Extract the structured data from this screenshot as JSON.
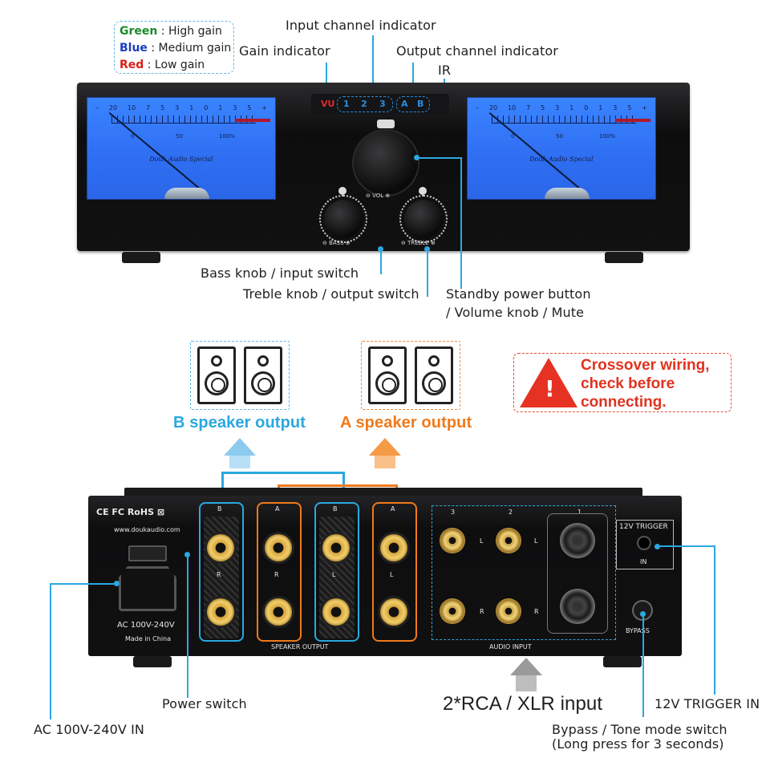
{
  "legend": {
    "green_word": "Green",
    "green_rest": " : High gain",
    "blue_word": "Blue",
    "blue_rest": " : Medium gain",
    "red_word": "Red",
    "red_rest": " : Low gain",
    "colors": {
      "green": "#1a8a2a",
      "blue": "#1a3fbf",
      "red": "#d8201a"
    }
  },
  "front_labels": {
    "input_channel": "Input channel indicator",
    "gain": "Gain indicator",
    "output_channel": "Output channel indicator",
    "ir": "IR",
    "bass": "Bass knob / input switch",
    "treble": "Treble knob / output switch",
    "standby_line1": "Standby power button",
    "standby_line2": "/ Volume knob / Mute"
  },
  "front_panel": {
    "vu": "VU",
    "inputs": [
      "1",
      "2",
      "3"
    ],
    "outputs": [
      "A",
      "B"
    ],
    "meter_scale": [
      "–",
      "20",
      "10",
      "7",
      "5",
      "3",
      "1",
      "0",
      "1",
      "3",
      "5",
      "+"
    ],
    "meter_sub": [
      "0",
      "50",
      "100%"
    ],
    "meter_brand": "Douk Audio Special",
    "vol_label": "⊖  VOL  ⊕",
    "bass_label": "⊖  BASS  ⊕",
    "treble_label": "⊖  TREBLE  ⊕"
  },
  "speakers": {
    "b_label": "B speaker output",
    "a_label": "A speaker output",
    "b_color": "#2aa8e0",
    "a_color": "#f07a1a"
  },
  "warning": {
    "line1": "Crossover wiring,",
    "line2": "check before",
    "line3": "connecting.",
    "color": "#e0331f"
  },
  "rear_panel": {
    "certs": "CE FC RoHS ⊠",
    "website": "www.doukaudio.com",
    "ac": "AC 100V-240V",
    "made": "Made in China",
    "posts": [
      {
        "letter": "B",
        "channel": "R"
      },
      {
        "letter": "A",
        "channel": "R"
      },
      {
        "letter": "B",
        "channel": "L"
      },
      {
        "letter": "A",
        "channel": "L"
      }
    ],
    "speaker_output": "SPEAKER OUTPUT",
    "audio_input": "AUDIO INPUT",
    "input_nums": [
      "3",
      "2",
      "1"
    ],
    "lr": [
      "L",
      "R"
    ],
    "trigger_title": "12V TRIGGER",
    "trigger_in": "IN",
    "bypass": "BYPASS"
  },
  "rear_labels": {
    "power_switch": "Power switch",
    "ac_in": "AC 100V-240V IN",
    "rca_xlr": "2*RCA / XLR input",
    "trigger": "12V TRIGGER IN",
    "bypass_line1": "Bypass / Tone mode switch",
    "bypass_line2": "(Long press for 3 seconds)"
  }
}
